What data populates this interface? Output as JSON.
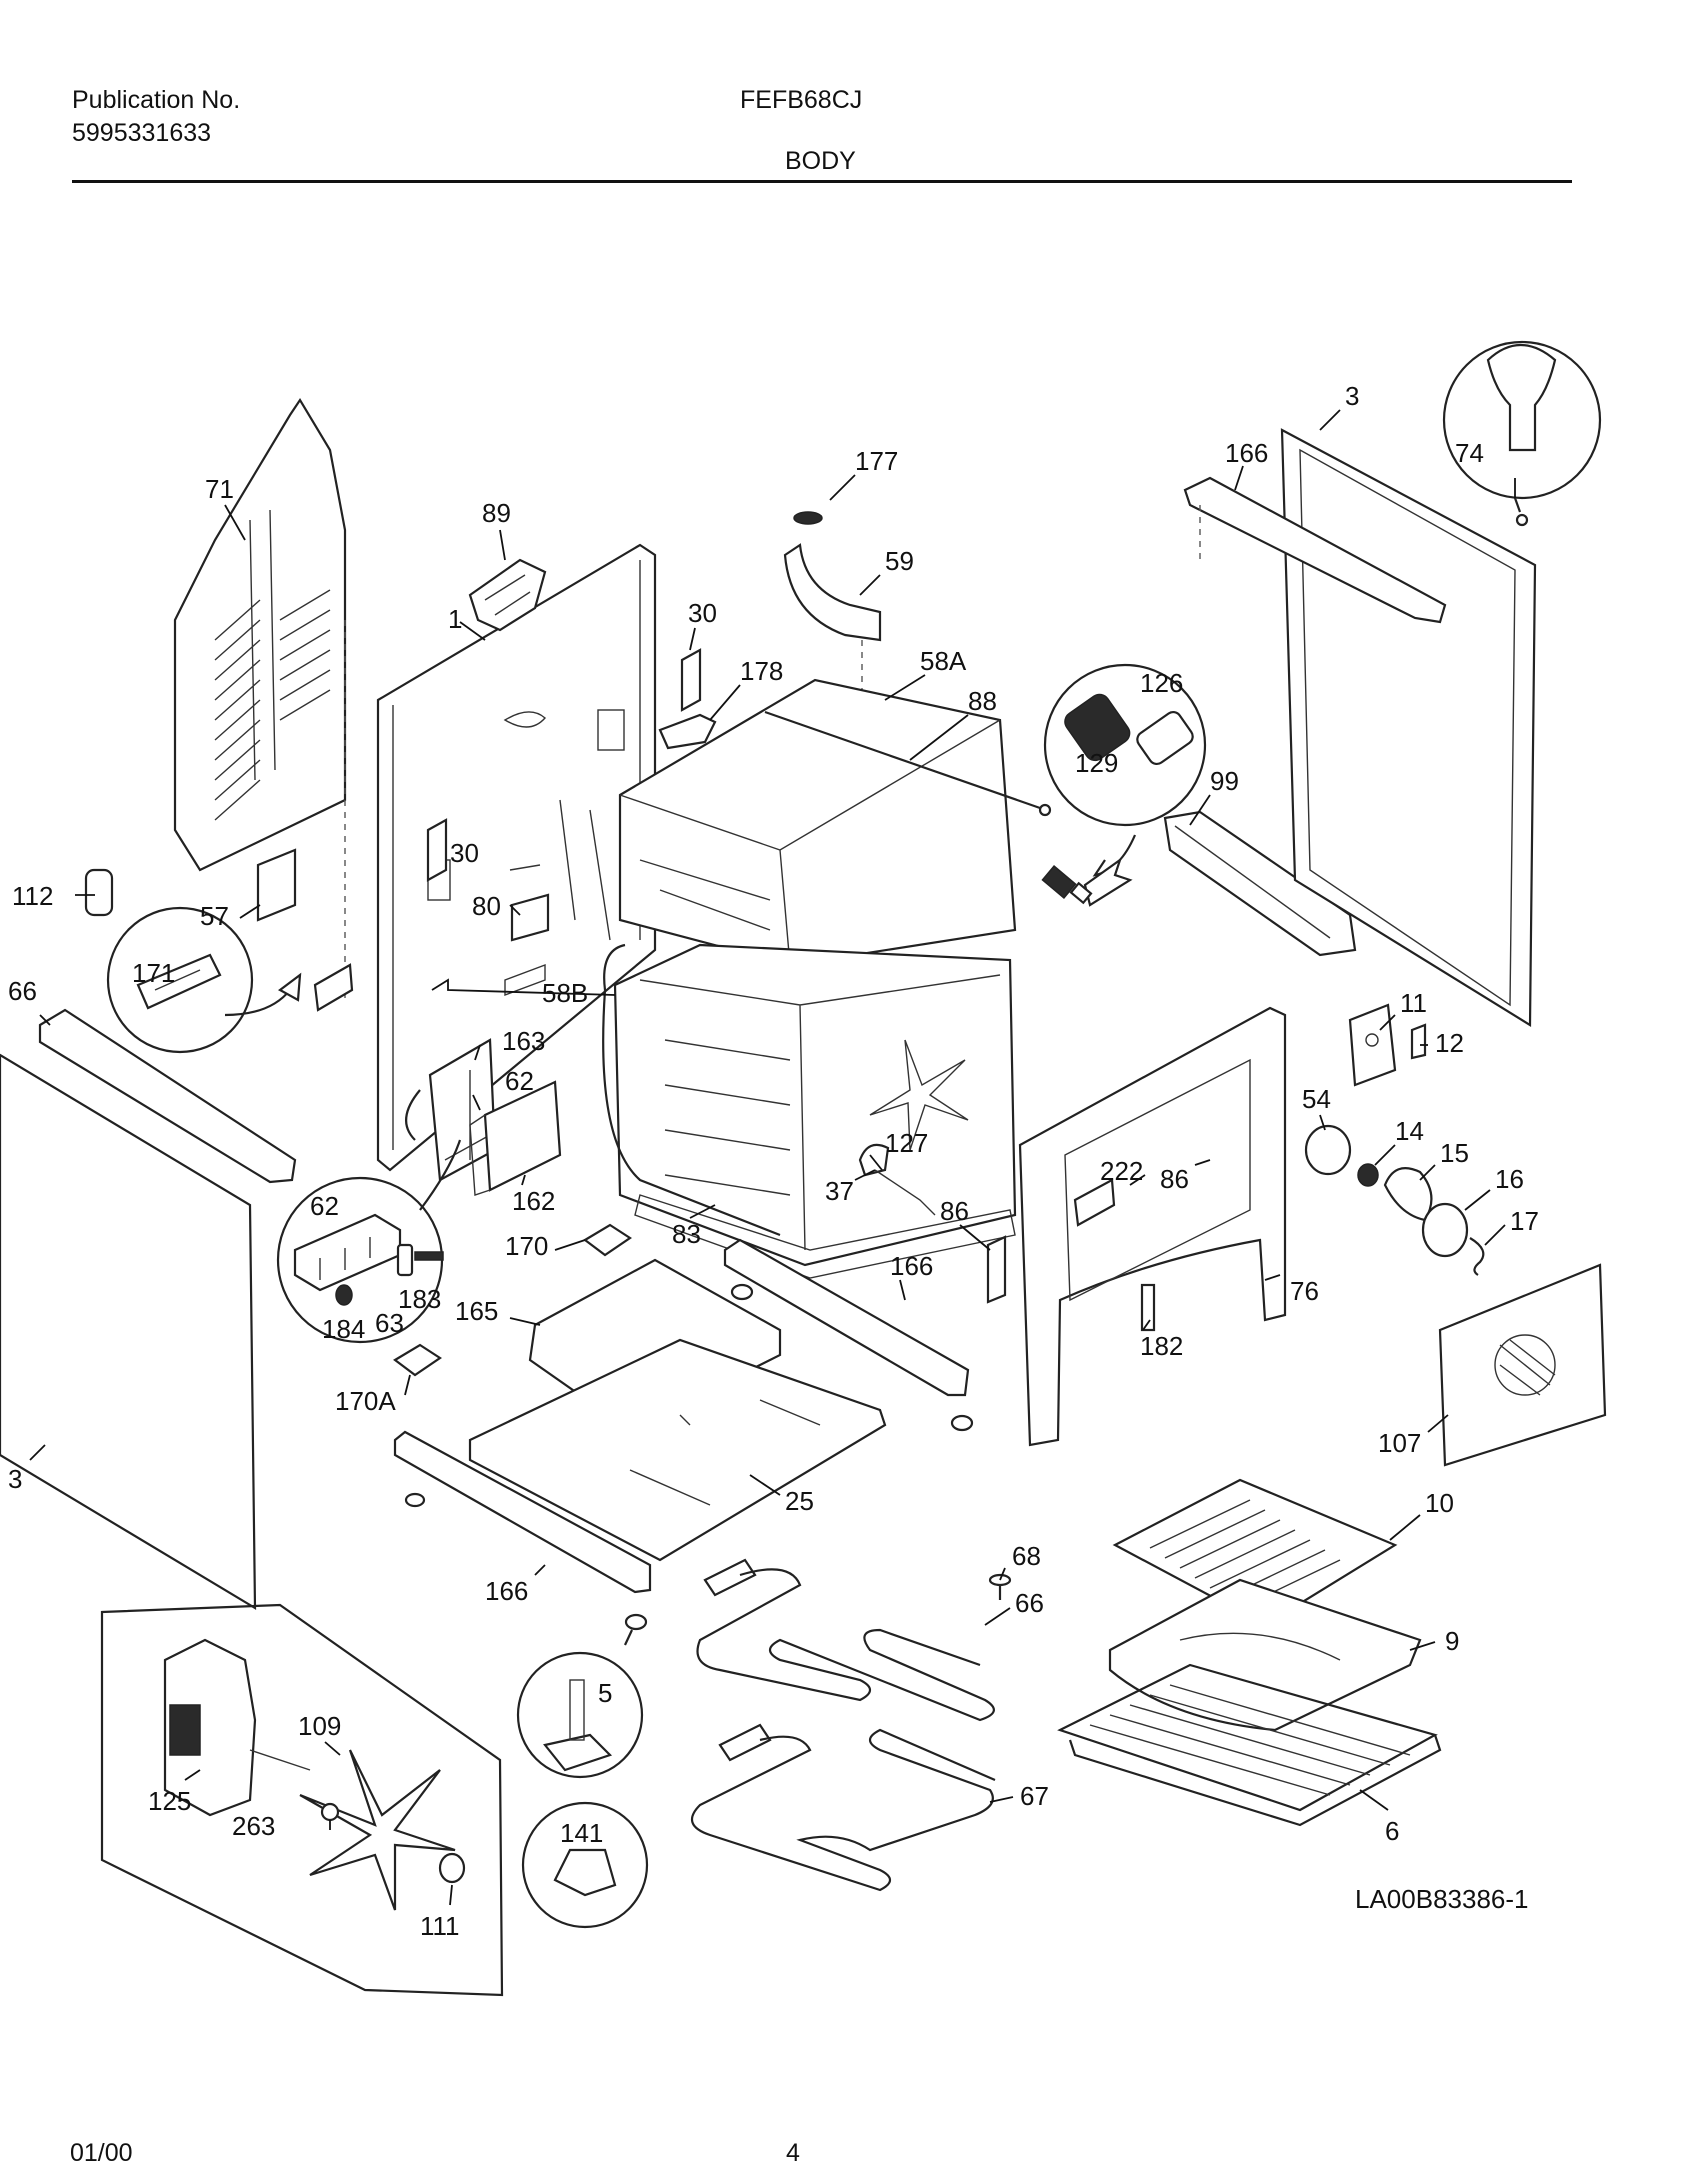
{
  "header": {
    "publication_label": "Publication No.",
    "publication_number": "5995331633",
    "model": "FEFB68CJ",
    "section": "BODY"
  },
  "footer": {
    "date": "01/00",
    "page": "4"
  },
  "diagram": {
    "drawing_number": "LA00B83386-1",
    "callouts": [
      "71",
      "89",
      "1",
      "30",
      "30",
      "178",
      "177",
      "59",
      "58A",
      "88",
      "126",
      "129",
      "99",
      "3",
      "166",
      "74",
      "112",
      "57",
      "171",
      "80",
      "58B",
      "66",
      "163",
      "62",
      "162",
      "62",
      "183",
      "184",
      "63",
      "170",
      "165",
      "170A",
      "83",
      "37",
      "127",
      "86",
      "166",
      "222",
      "86",
      "11",
      "12",
      "54",
      "14",
      "15",
      "16",
      "17",
      "76",
      "182",
      "107",
      "3",
      "25",
      "166",
      "10",
      "9",
      "6",
      "68",
      "66",
      "67",
      "5",
      "141",
      "125",
      "109",
      "263",
      "111"
    ]
  }
}
